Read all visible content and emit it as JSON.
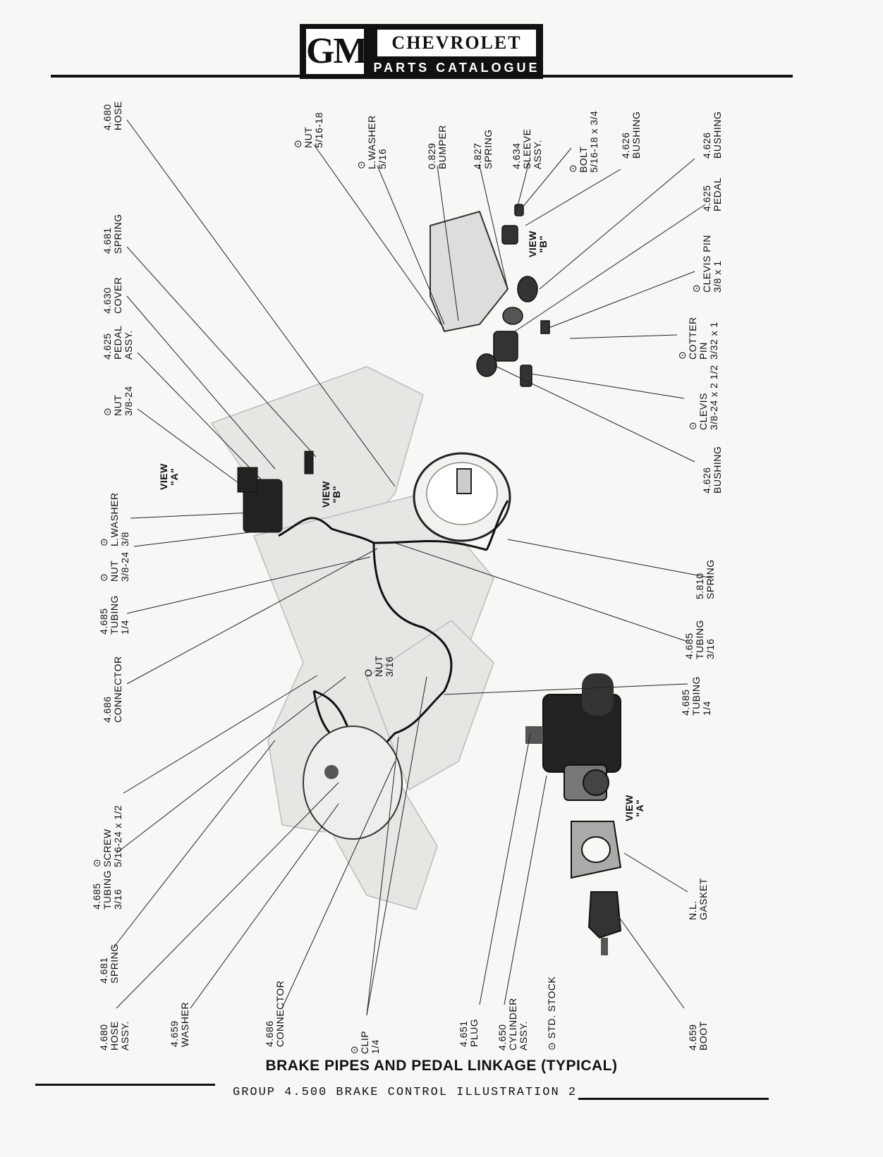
{
  "header": {
    "logo": "GM",
    "brand": "CHEVROLET",
    "subtitle": "PARTS CATALOGUE"
  },
  "views": {
    "a_top": "VIEW\n\"A\"",
    "b_top": "VIEW\n\"B\"",
    "b_mid": "VIEW\n\"B\"",
    "a_bot": "VIEW\n\"A\""
  },
  "labels": {
    "hose_4680": "4.680\nHOSE",
    "nut_516": "⊙\nNUT\n5/16-18",
    "lwasher_516": "⊙\nL.WASHER\n5/16",
    "bumper_0829": "0.829\nBUMPER",
    "spring_4827": "4.827\nSPRING",
    "sleeve_4634": "4.634\nSLEEVE\nASSY.",
    "bolt": "⊙\nBOLT\n5/16-18 x 3/4",
    "bushing_4626_a": "4.626\nBUSHING",
    "bushing_4626_b": "4.626\nBUSHING",
    "pedal_4625": "4.625\nPEDAL",
    "clevis_pin": "⊙\nCLEVIS PIN\n3/8 x 1",
    "cotter_pin": "⊙\nCOTTER\nPIN\n3/32 x 1",
    "clevis": "⊙\nCLEVIS\n3/8-24 x 2 1/2",
    "bushing_4626_c": "4.626\nBUSHING",
    "spring_4681": "4.681\nSPRING",
    "cover_4630": "4.630\nCOVER",
    "pedal_assy_4625": "4.625\nPEDAL\nASSY.",
    "nut_38_top": "⊙\nNUT\n3/8-24",
    "lwasher_38": "⊙\nL.WASHER\n3/8",
    "nut_38_bot": "⊙\nNUT\n3/8-24",
    "tubing_4685_14_left": "4.685\nTUBING\n1/4",
    "connector_4686_left": "4.686\nCONNECTOR",
    "nut_316": "O\nNUT\n3/16",
    "spring_5810": "5.810\nSPRING",
    "tubing_4685_316_right": "4.685\nTUBING\n3/16",
    "tubing_4685_14_right": "4.685\nTUBING\n1/4",
    "screw": "⊙\nSCREW\n5/16-24 x 1/2",
    "tubing_4685_316_left": "4.685\nTUBING\n3/16",
    "spring_4681_bot": "4.681\nSPRING",
    "hose_assy_4680": "4.680\nHOSE\nASSY.",
    "washer_4659": "4.659\nWASHER",
    "connector_4686_bot": "4.686\nCONNECTOR",
    "clip": "⊙\nCLIP\n1/4",
    "plug_4651": "4.651\nPLUG",
    "cylinder_4650": "4.650\nCYLINDER\nASSY.",
    "std_stock": "⊙ STD. STOCK",
    "gasket": "N.L.\nGASKET",
    "boot_4659": "4.659\nBOOT"
  },
  "caption": "BRAKE PIPES AND PEDAL LINKAGE (TYPICAL)",
  "footer": "GROUP 4.500 BRAKE CONTROL ILLUSTRATION 2"
}
